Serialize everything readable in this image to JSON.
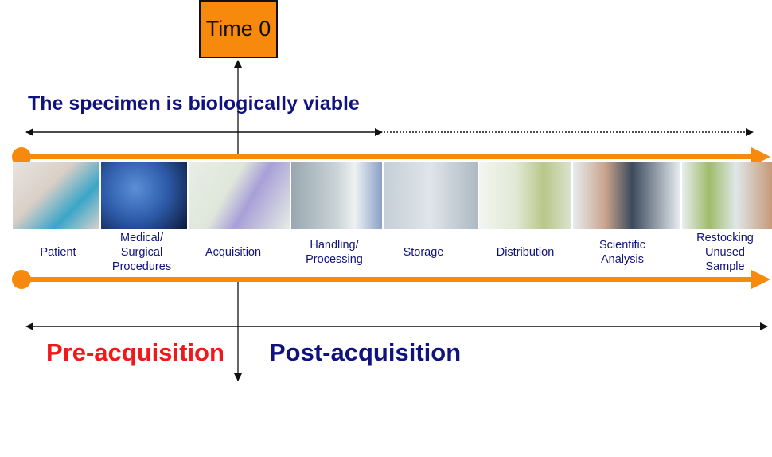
{
  "time_box": {
    "label": "Time 0"
  },
  "viability_label": "The specimen is biologically viable",
  "stages": [
    {
      "label": "Patient",
      "image": "doctor-with-patient"
    },
    {
      "label": "Medical/\nSurgical\nProcedures",
      "image": "surgeons-operating"
    },
    {
      "label": "Acquisition",
      "image": "gloved-hand-with-sample-tube"
    },
    {
      "label": "Handling/\nProcessing",
      "image": "lab-technician"
    },
    {
      "label": "Storage",
      "image": "freezer-storage"
    },
    {
      "label": "Distribution",
      "image": "test-tube-rack"
    },
    {
      "label": "Scientific\nAnalysis",
      "image": "scientist-at-microscope"
    },
    {
      "label": "Restocking\nUnused\nSample",
      "image": "researcher-with-goggles"
    }
  ],
  "phases": {
    "pre": "Pre-acquisition",
    "post": "Post-acquisition"
  },
  "colors": {
    "orange": "#f7890c",
    "navy": "#10127e",
    "red": "#f01818"
  }
}
